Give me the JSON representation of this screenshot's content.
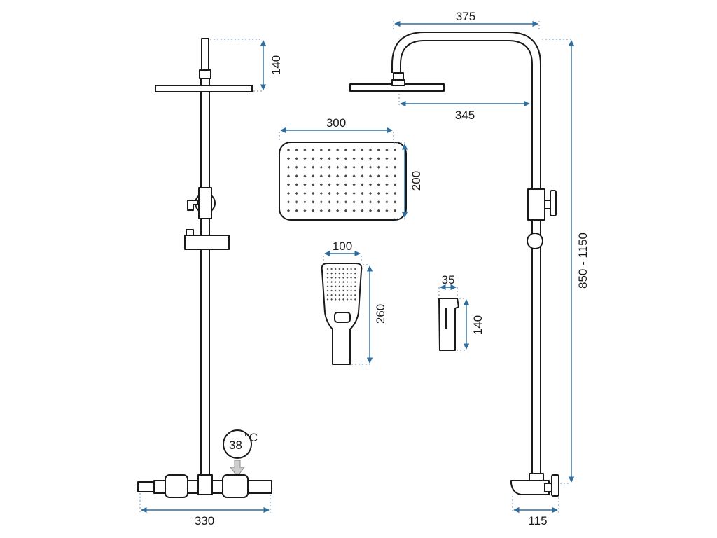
{
  "dimensions": {
    "front_top_height": "140",
    "side_top_width": "375",
    "side_arm_length": "345",
    "head_width": "300",
    "head_height": "200",
    "hand_width": "100",
    "hand_height": "260",
    "holder_width": "35",
    "holder_height": "140",
    "side_total_height": "850 - 1150",
    "front_bottom_width": "330",
    "side_bottom_depth": "115"
  },
  "thermostat_display": {
    "temperature": "38",
    "unit": "°C"
  },
  "colors": {
    "outline": "#1a1a1a",
    "dimension_line": "#2f6fa0",
    "extension_line": "#6b8fb0"
  }
}
